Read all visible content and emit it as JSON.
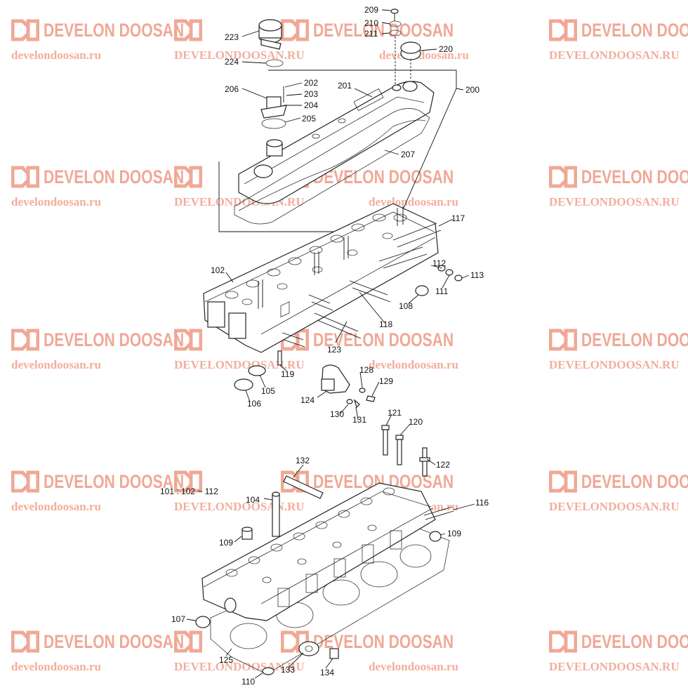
{
  "watermark": {
    "brand": "DEVELON DOOSAN",
    "url_lower": "develondoosan.ru",
    "url_upper": "DEVELONDOOSAN.RU",
    "color": "#f0a896"
  },
  "caption": "101 : 102 ~ 112",
  "labels": {
    "l209": "209",
    "l210": "210",
    "l211": "211",
    "l223": "223",
    "l220": "220",
    "l224": "224",
    "l202": "202",
    "l201": "201",
    "l200": "200",
    "l206": "206",
    "l203": "203",
    "l204": "204",
    "l205": "205",
    "l207": "207",
    "l117": "117",
    "l102": "102",
    "l112": "112",
    "l113": "113",
    "l111": "111",
    "l108": "108",
    "l118": "118",
    "l123": "123",
    "l119": "119",
    "l105": "105",
    "l106": "106",
    "l128": "128",
    "l129": "129",
    "l124": "124",
    "l130": "130",
    "l131": "131",
    "l121": "121",
    "l120": "120",
    "l122": "122",
    "l132": "132",
    "l104": "104",
    "l116": "116",
    "l109a": "109",
    "l109b": "109",
    "l107": "107",
    "l125": "125",
    "l133": "133",
    "l134": "134",
    "l110": "110"
  }
}
